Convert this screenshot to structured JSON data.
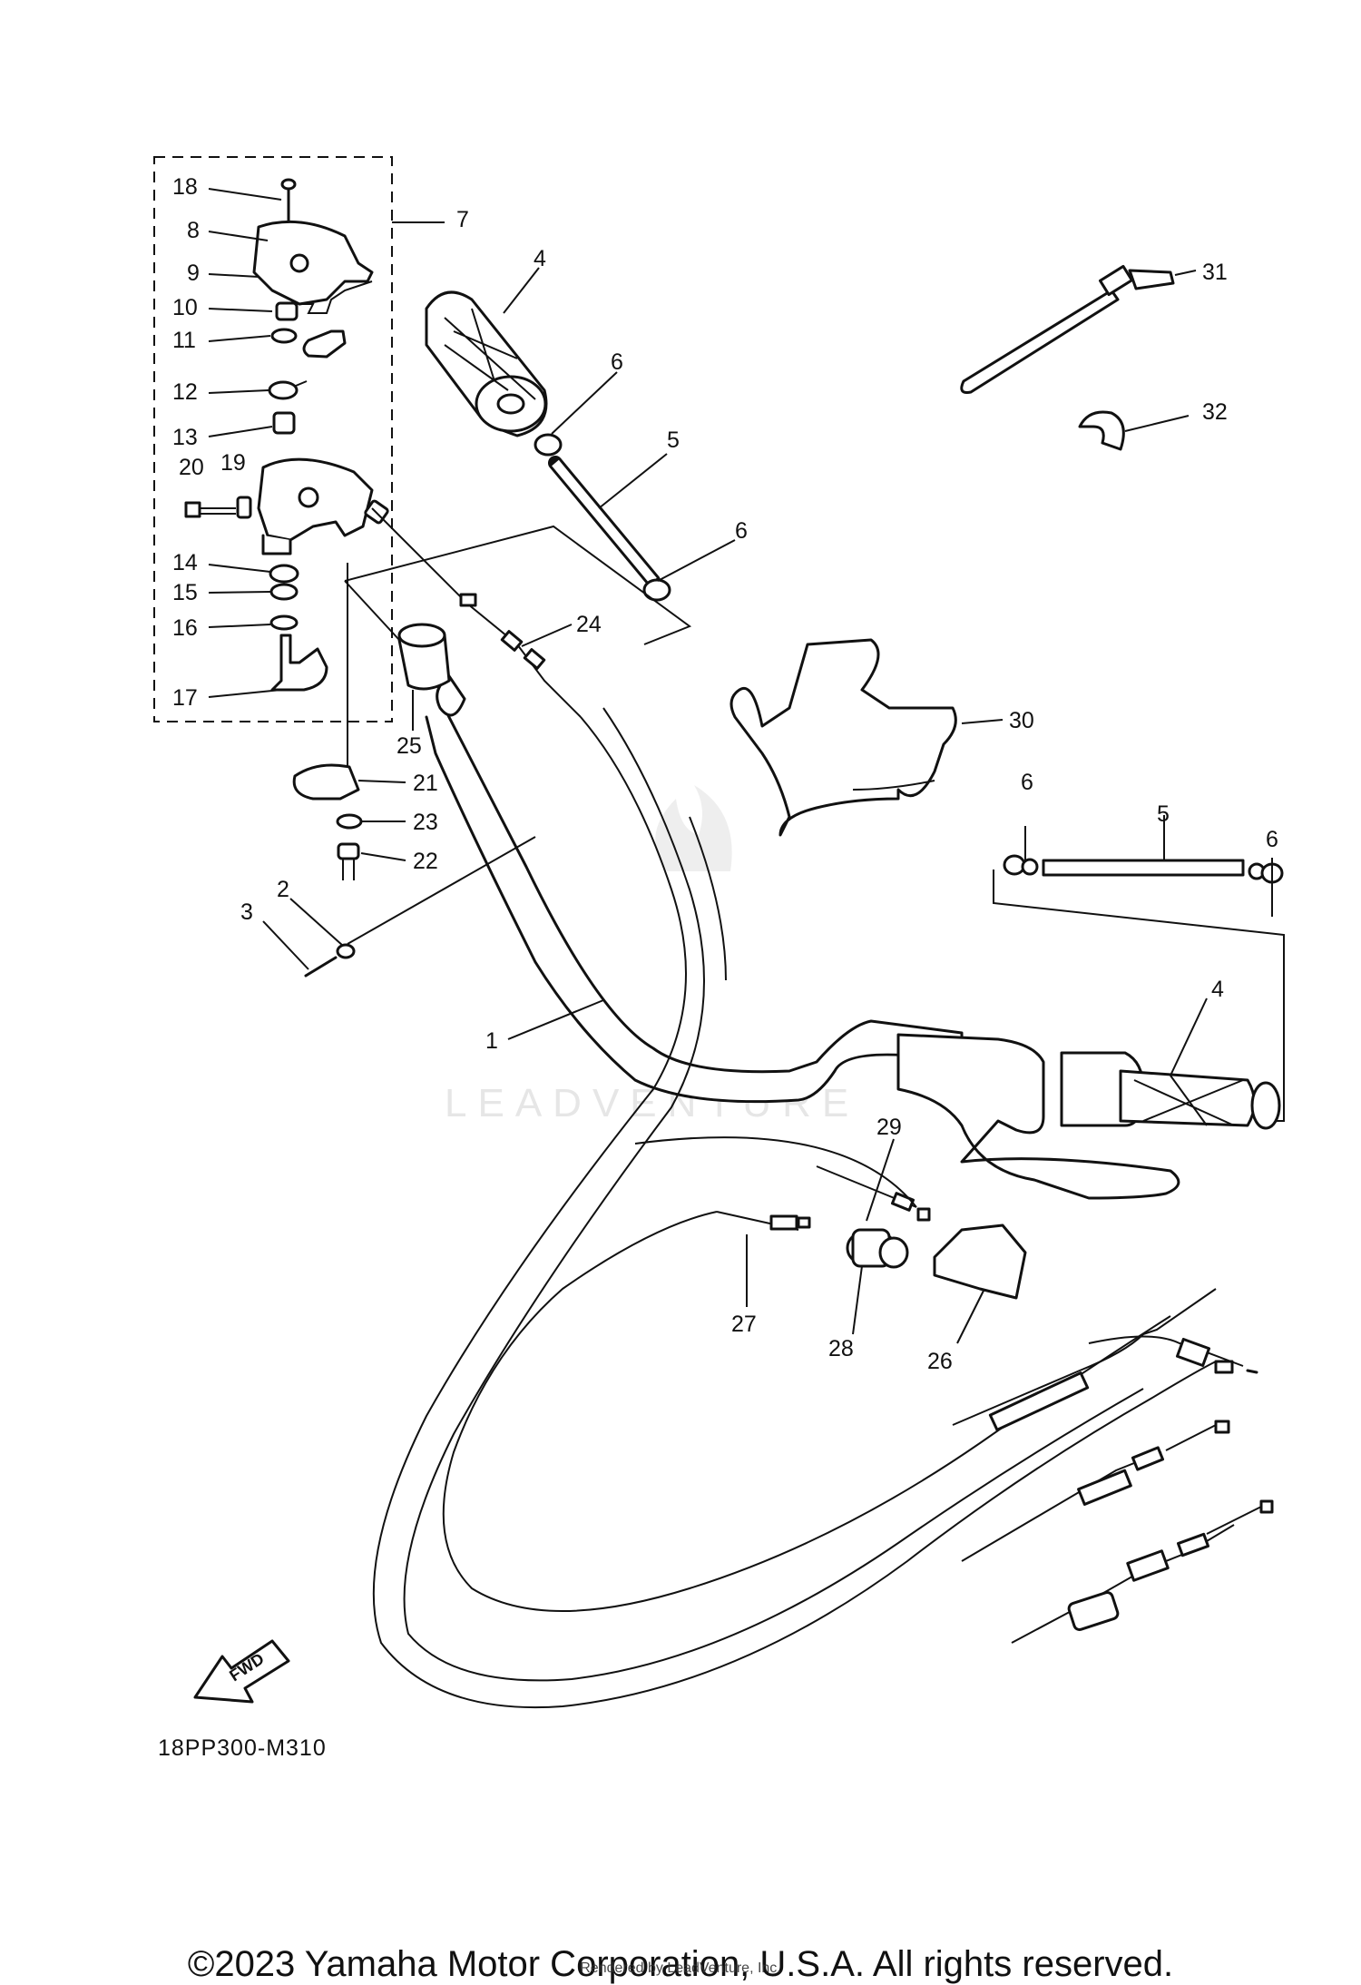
{
  "diagram": {
    "code": "18PP300-M310",
    "fwd_label": "FWD",
    "watermark": "LEADVENTURE",
    "callouts": [
      "1",
      "2",
      "3",
      "4",
      "4",
      "5",
      "5",
      "6",
      "6",
      "6",
      "6",
      "7",
      "8",
      "9",
      "10",
      "11",
      "12",
      "13",
      "14",
      "15",
      "16",
      "17",
      "18",
      "19",
      "20",
      "21",
      "22",
      "23",
      "24",
      "25",
      "26",
      "27",
      "28",
      "29",
      "30",
      "31",
      "32"
    ]
  },
  "footer": {
    "copyright": "©2023 Yamaha Motor Corporation, U.S.A. All rights reserved.",
    "rendered_by": "Rendered by LeadVenture, Inc."
  }
}
